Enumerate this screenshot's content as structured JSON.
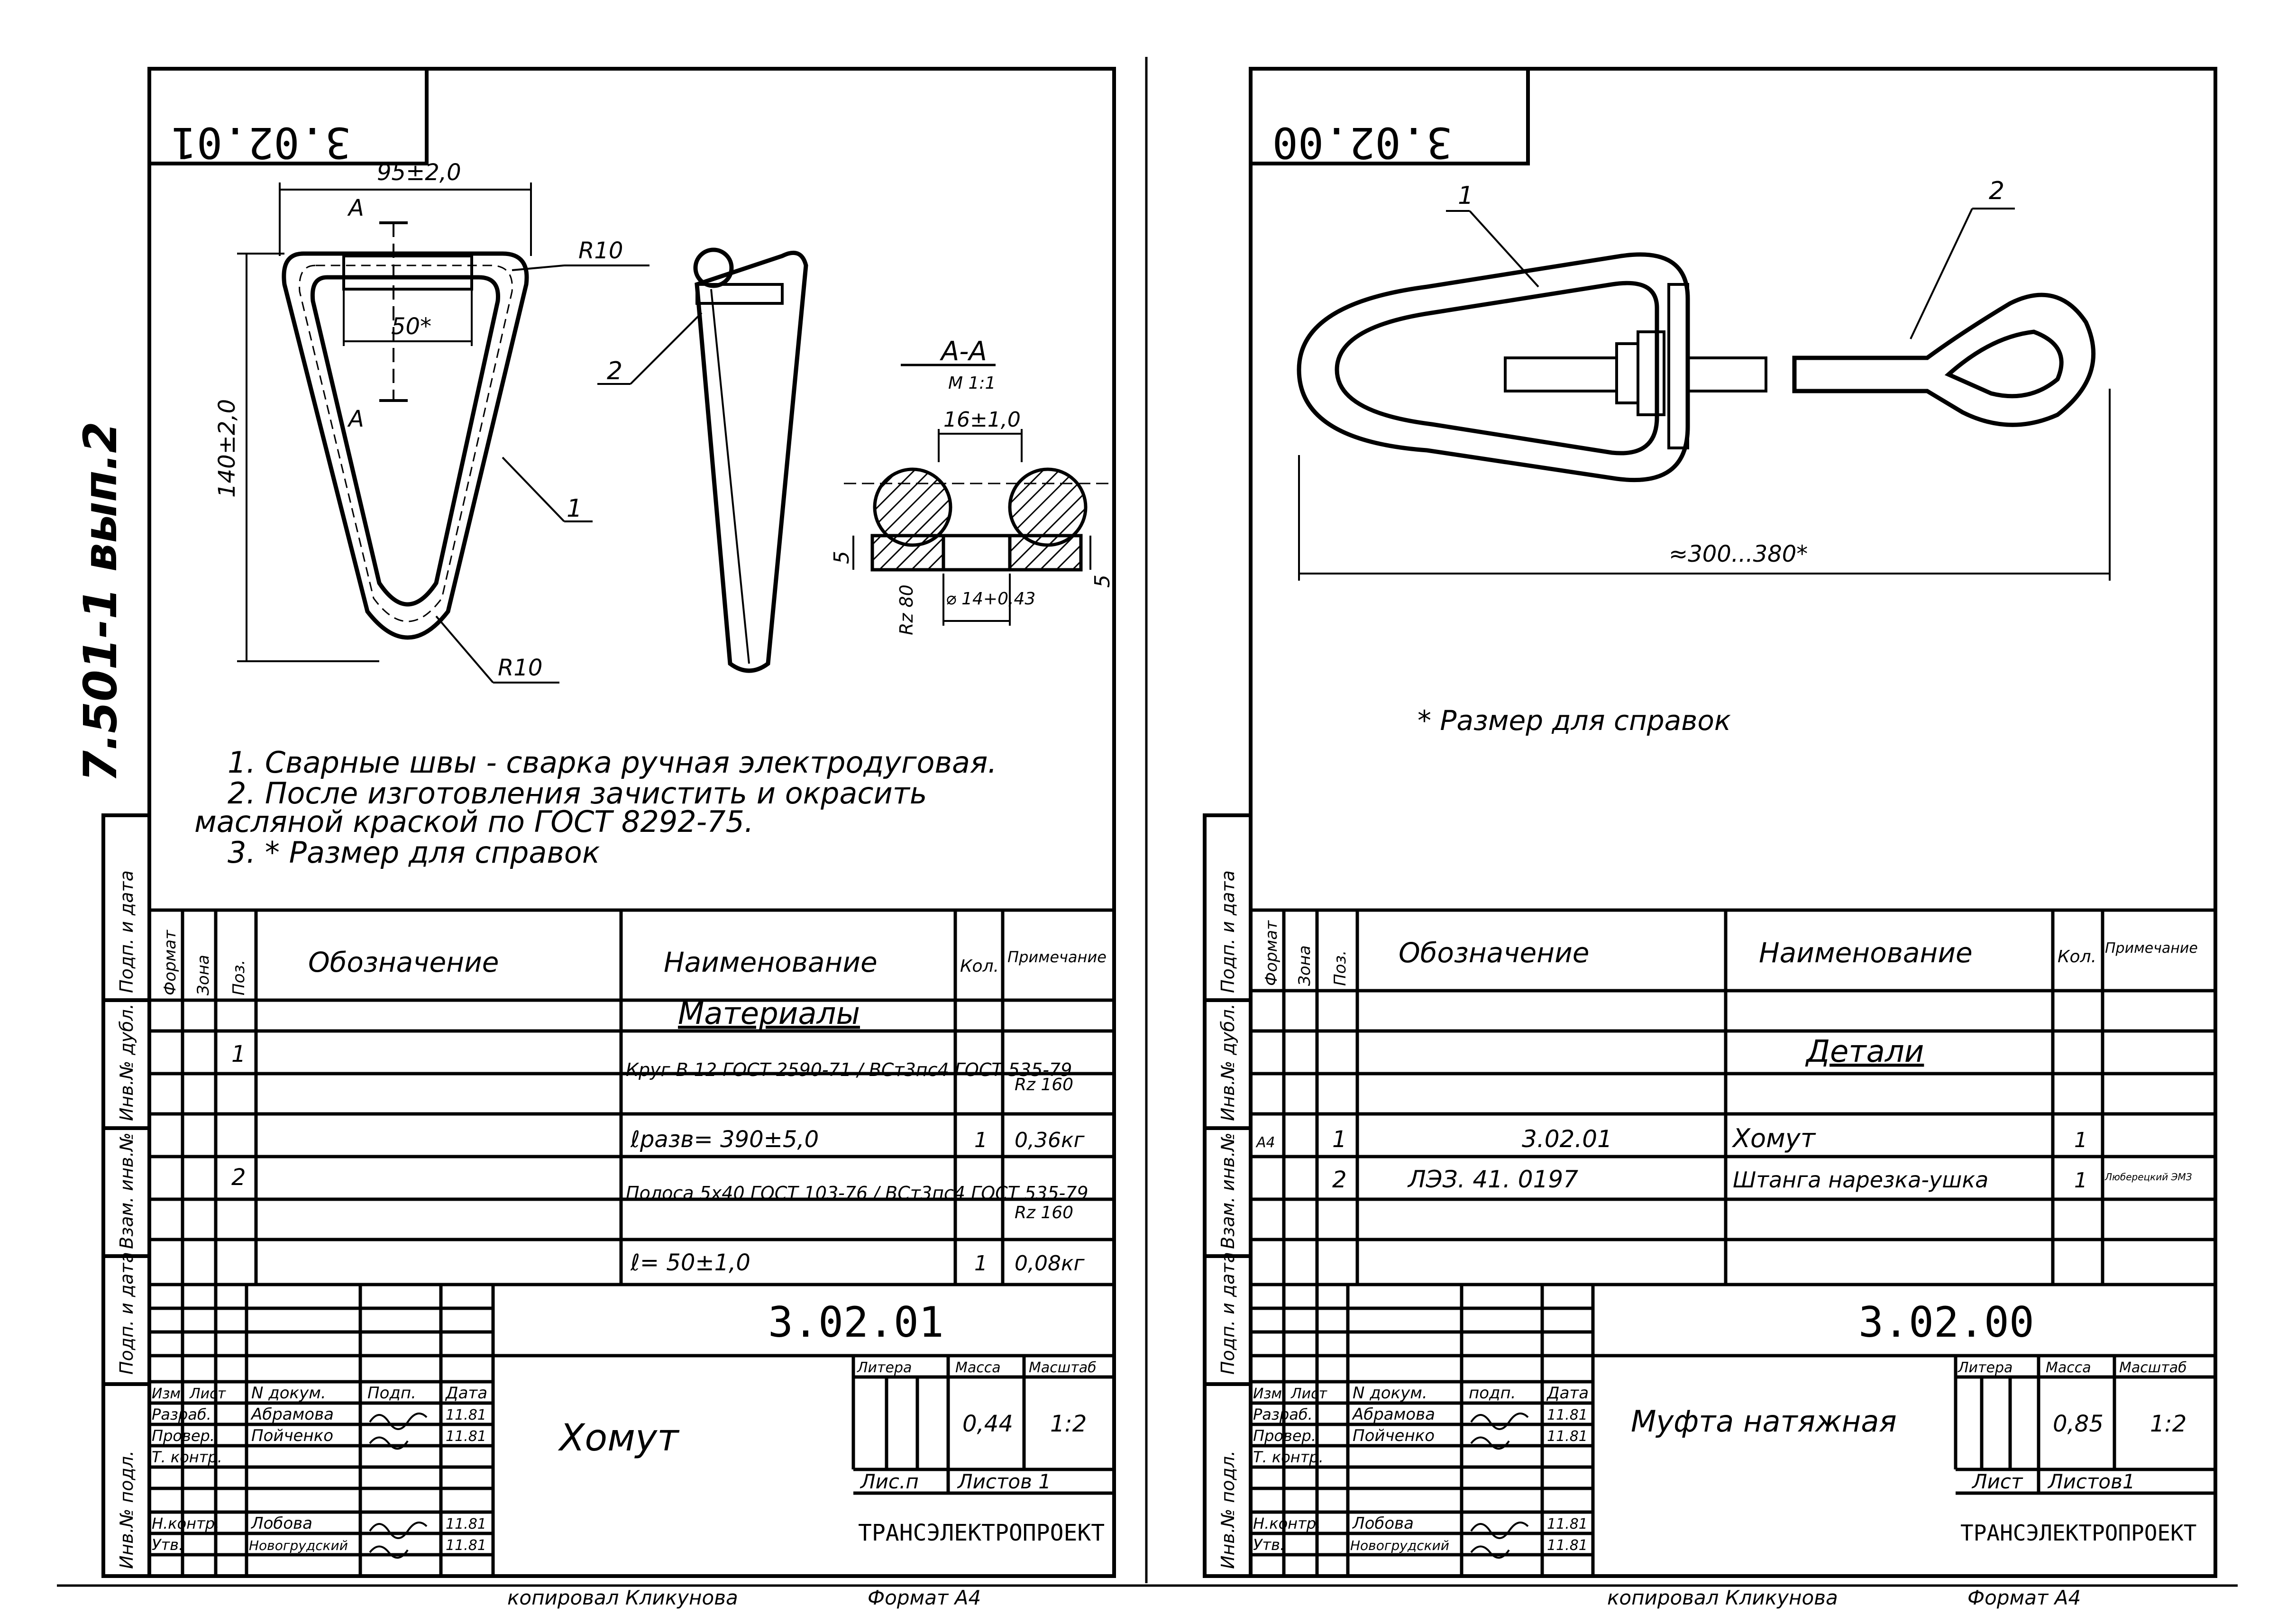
{
  "series_label": "7.501-1 вып.2",
  "side_columns": [
    "Инв.№ подл.",
    "Подп. и дата",
    "Взам. инв.№",
    "Инв.№ дубл.",
    "Подп. и дата"
  ],
  "bottom_credit": "копировал Кликунова",
  "bottom_format": "Формат А4",
  "left_sheet": {
    "stamp_code": "3.02.01",
    "dims": {
      "width": "95±2,0",
      "inner_width": "50*",
      "height": "140±2,0",
      "r_top": "R10",
      "r_bottom": "R10",
      "cut_a": "A",
      "pos1": "1",
      "pos2": "2",
      "section_title": "А-А",
      "section_scale": "М 1:1",
      "section_width": "16±1,0",
      "section_t": "5",
      "section_hole": "⌀ 14+0,43",
      "rz": "Rz 80"
    },
    "notes": [
      "1. Сварные швы - сварка ручная электродуговая.",
      "2. После изготовления зачистить и окрасить",
      "масляной краской по ГОСТ 8292-75.",
      "3. * Размер для справок"
    ],
    "spec_headers": [
      "Формат",
      "Зона",
      "Поз.",
      "Обозначение",
      "Наименование",
      "Кол.",
      "Примечание"
    ],
    "spec_rows": [
      {
        "pos": "",
        "name": "Материалы",
        "qty": "",
        "note": ""
      },
      {
        "pos": "1",
        "name": "Круг  В 12 ГОСТ 2590-71 / ВСт3пс4 ГОСТ 535-79",
        "qty": "",
        "note": "Rz 160"
      },
      {
        "pos": "",
        "name": "ℓразв= 390±5,0",
        "qty": "1",
        "note": "0,36кг"
      },
      {
        "pos": "2",
        "name": "Полоса 5х40 ГОСТ 103-76 / ВСт3пс4 ГОСТ 535-79",
        "qty": "",
        "note": "Rz 160"
      },
      {
        "pos": "",
        "name": "ℓ= 50±1,0",
        "qty": "1",
        "note": "0,08кг"
      }
    ],
    "title_block": {
      "doc_code": "3.02.01",
      "title": "Хомут",
      "mass": "0,44",
      "scale": "1:2",
      "sheet_label": "Лис.п",
      "sheets_label": "Листов 1",
      "litera_h": "Литера",
      "mass_h": "Масса",
      "scale_h": "Масштаб",
      "org": "ТРАНСЭЛЕКТРОПРОЕКТ",
      "sign_rows": [
        {
          "role": "Изм. Лист",
          "name": "N докум.",
          "sign": "Подп.",
          "date": "Дата"
        },
        {
          "role": "Разраб.",
          "name": "Абрамова",
          "sign": "",
          "date": "11.81"
        },
        {
          "role": "Провер.",
          "name": "Пойченко",
          "sign": "",
          "date": "11.81"
        },
        {
          "role": "Т. контр.",
          "name": "",
          "sign": "",
          "date": ""
        },
        {
          "role": "",
          "name": "",
          "sign": "",
          "date": ""
        },
        {
          "role": "Н.контр.",
          "name": "Лобова",
          "sign": "",
          "date": "11.81"
        },
        {
          "role": "Утв.",
          "name": "Новогрудский",
          "sign": "",
          "date": "11.81"
        }
      ]
    }
  },
  "right_sheet": {
    "stamp_code": "3.02.00",
    "dims": {
      "overall": "≈300...380*",
      "pos1": "1",
      "pos2": "2"
    },
    "notes": [
      "* Размер для справок"
    ],
    "spec_headers": [
      "Формат",
      "Зона",
      "Поз.",
      "Обозначение",
      "Наименование",
      "Кол.",
      "Примечание"
    ],
    "spec_rows": [
      {
        "fmt": "",
        "pos": "",
        "code": "",
        "name": "Детали",
        "qty": "",
        "note": ""
      },
      {
        "fmt": "А4",
        "pos": "1",
        "code": "3.02.01",
        "name": "Хомут",
        "qty": "1",
        "note": ""
      },
      {
        "fmt": "",
        "pos": "2",
        "code": "ЛЭЗ. 41. 0197",
        "name": "Штанга нарезка-ушка",
        "qty": "1",
        "note": "Люберецкий ЭМЗ"
      }
    ],
    "title_block": {
      "doc_code": "3.02.00",
      "title": "Муфта натяжная",
      "mass": "0,85",
      "scale": "1:2",
      "sheet_label": "Лист",
      "sheets_label": "Листов1",
      "litera_h": "Литера",
      "mass_h": "Масса",
      "scale_h": "Масштаб",
      "org": "ТРАНСЭЛЕКТРОПРОЕКТ",
      "sign_rows": [
        {
          "role": "Изм. Лист",
          "name": "N докум.",
          "sign": "подп.",
          "date": "Дата"
        },
        {
          "role": "Разраб.",
          "name": "Абрамова",
          "sign": "",
          "date": "11.81"
        },
        {
          "role": "Провер.",
          "name": "Пойченко",
          "sign": "",
          "date": "11.81"
        },
        {
          "role": "Т. контр.",
          "name": "",
          "sign": "",
          "date": ""
        },
        {
          "role": "",
          "name": "",
          "sign": "",
          "date": ""
        },
        {
          "role": "Н.контр.",
          "name": "Лобова",
          "sign": "",
          "date": "11.81"
        },
        {
          "role": "Утв.",
          "name": "Новогрудский",
          "sign": "",
          "date": "11.81"
        }
      ]
    }
  }
}
